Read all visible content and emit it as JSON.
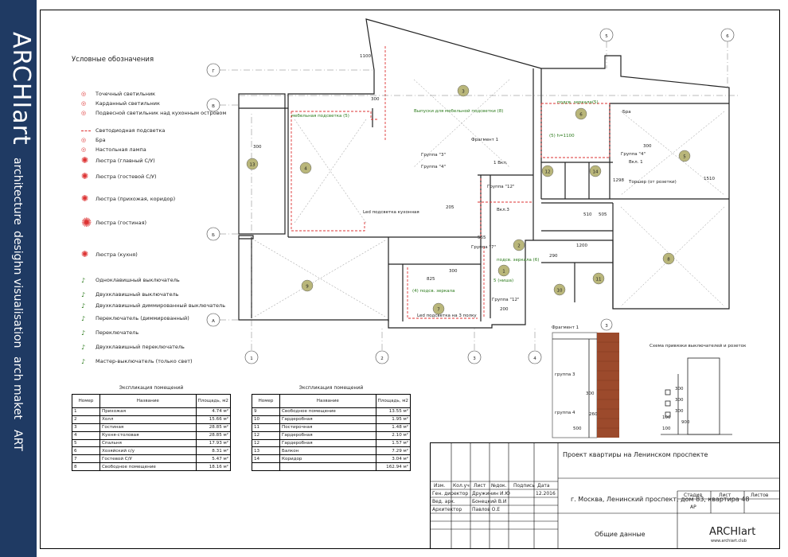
{
  "sidebar": {
    "brand": "ARCHIart",
    "tagline": [
      "architecture",
      "desighn",
      "visualisation",
      "arch maket",
      "ART"
    ]
  },
  "legend": {
    "title": "Условные обозначения",
    "items": [
      "Точечный светильник",
      "Карданный светильник",
      "Подвесной светильник над кухонным островом",
      "Светодиодная подсветка",
      "Бра",
      "Настольная лампа",
      "Люстра (главный С/У)",
      "Люстра (гостевой С/У)",
      "Люстра (прихожая, коридор)",
      "Люстра (гостиная)",
      "Люстра (кухня)",
      "Одноклавишный выключатель",
      "Двухклавишный выключатель",
      "Двухклавишный диммированный выключатель",
      "Переключатель (диммированный)",
      "Переключатель",
      "Двухклавишный переключатель",
      "Мастер-выключатель (только свет)"
    ]
  },
  "axes": {
    "cols": [
      "1",
      "2",
      "3",
      "4",
      "5",
      "6"
    ],
    "rows": [
      "Г",
      "В",
      "Б",
      "А"
    ]
  },
  "plan": {
    "rooms": [
      "1",
      "2",
      "3",
      "4",
      "5",
      "6",
      "7",
      "8",
      "9",
      "10",
      "11",
      "12",
      "13",
      "14"
    ],
    "labels": [
      "мебельная подсветка (5)",
      "Выпуски для мебельной подсветки (8)",
      "Группа \"3\"",
      "Группа \"4\"",
      "Фрагмент 1",
      "Led подсветка кухонная",
      "подсв. зеркала(5)",
      "(5) h=1100",
      "Группа \"4\"",
      "Группа \"12\"",
      "Группа \"7\"",
      "подсв. зеркала (6)",
      "5 (ниша)",
      "(4) подсв. зеркала",
      "Led подсветка на 3 полку",
      "Группа \"12\"",
      "Торшер (от розетки)",
      "1 Вкл.",
      "Вкл.3",
      "Вкл. 1",
      "Бра"
    ],
    "dims": [
      "1100",
      "300",
      "300",
      "300",
      "565",
      "300",
      "1510",
      "1298",
      "510",
      "505",
      "290",
      "825",
      "200",
      "1200",
      "205"
    ]
  },
  "fragment": {
    "title": "Фрагмент 1",
    "axis": "3",
    "groups": [
      "группа 3",
      "группа 4"
    ],
    "dims": [
      "300",
      "500",
      "260"
    ]
  },
  "scheme": {
    "title": "Схема привязки выключателей и розеток",
    "dims": [
      "300",
      "300",
      "300",
      "900",
      "100",
      "100"
    ]
  },
  "table1": {
    "caption": "Экспликация помещений",
    "headers": [
      "Номер",
      "Название",
      "Площадь, м2"
    ],
    "rows": [
      [
        "1",
        "Прихожая",
        "4.74 м²"
      ],
      [
        "2",
        "Холл",
        "15.66 м²"
      ],
      [
        "3",
        "Гостиная",
        "28.85 м²"
      ],
      [
        "4",
        "Кухня-столовая",
        "28.85 м²"
      ],
      [
        "5",
        "Спальня",
        "17.93 м²"
      ],
      [
        "6",
        "Хозяйский с/у",
        "8.31 м²"
      ],
      [
        "7",
        "Гостевой С/У",
        "5.47 м²"
      ],
      [
        "8",
        "Свободное помещение",
        "18.16 м²"
      ]
    ]
  },
  "table2": {
    "caption": "Экспликация помещений",
    "headers": [
      "Номер",
      "Название",
      "Площадь, м2"
    ],
    "rows": [
      [
        "9",
        "Свободное помещение",
        "13.55 м²"
      ],
      [
        "10",
        "Гардеробная",
        "1.95 м²"
      ],
      [
        "11",
        "Постирочная",
        "1.48 м²"
      ],
      [
        "12",
        "Гардеробная",
        "2.10 м²"
      ],
      [
        "12",
        "Гардеробная",
        "1.57 м²"
      ],
      [
        "13",
        "Балкон",
        "7.29 м²"
      ],
      [
        "14",
        "Коридор",
        "3.04 м²"
      ],
      [
        "",
        "",
        "162.94 м²"
      ]
    ]
  },
  "titleblock": {
    "project": "Проект квартиры на Ленинском проспекте",
    "address": "г. Москва, Ленинский проспект, дом 83, квартира 48",
    "cols": [
      "Изм.",
      "Кол.уч",
      "Лист",
      "№док.",
      "Подпись",
      "Дата"
    ],
    "people": [
      [
        "Ген. директор",
        "Дружинин И.Ю",
        "12.2016"
      ],
      [
        "Вед. арх.",
        "Бонецкий В.И",
        ""
      ],
      [
        "Архитектор",
        "Павлов О.Е",
        ""
      ]
    ],
    "stage_label": "Стадия",
    "sheet_label": "Лист",
    "sheets_label": "Листов",
    "stage": "АР",
    "sheet_name": "Общие данные",
    "logo": "ARCHIart",
    "site": "www.archiart.club"
  }
}
